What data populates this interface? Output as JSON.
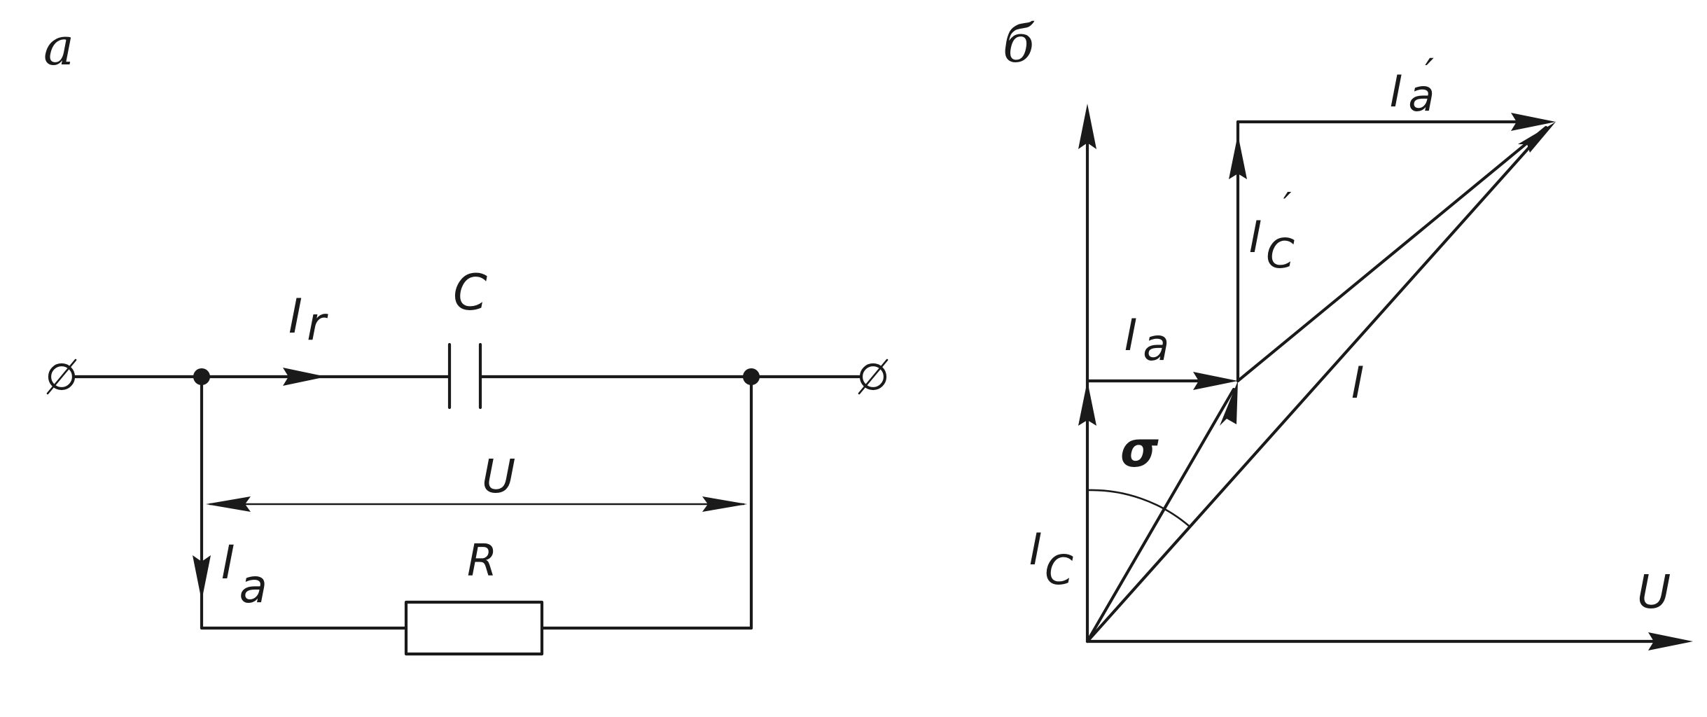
{
  "panels": {
    "circuit": {
      "letter": "а",
      "current_r_main": "I",
      "current_r_sub": "r",
      "capacitor": "C",
      "voltage": "U",
      "resistor": "R",
      "current_a_main": "I",
      "current_a_sub": "a"
    },
    "phasor": {
      "letter": "б",
      "current_a_prime_main": "I",
      "current_a_prime_sub": "a",
      "current_a_prime_mark": "′",
      "current_c_prime_main": "I",
      "current_c_prime_sub": "C",
      "current_c_prime_mark": "′",
      "current_a_main": "I",
      "current_a_sub": "a",
      "current_total": "I",
      "angle": "σ",
      "current_c_main": "I",
      "current_c_sub": "C",
      "voltage_axis": "U"
    }
  }
}
